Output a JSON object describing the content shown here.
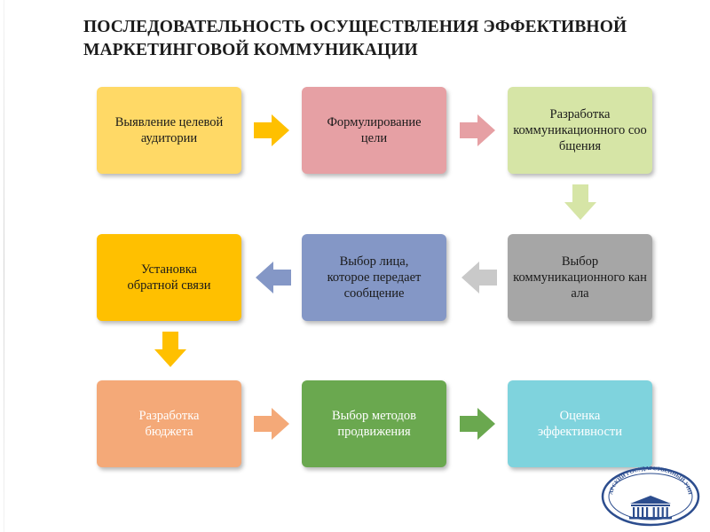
{
  "title": {
    "line1": "ПОСЛЕДОВАТЕЛЬНОСТЬ ОСУЩЕСТВЛЕНИЯ ЭФФЕКТИВНОЙ",
    "line2": "МАРКЕТИНГОВОЙ КОММУНИКАЦИИ"
  },
  "steps": [
    {
      "label": "Выявление целевой\nаудитории",
      "color": "#ffd966"
    },
    {
      "label": "Формулирование\nцели",
      "color": "#e6a0a4"
    },
    {
      "label": "Разработка\nкоммуникационного сообщения",
      "color": "#d6e5a6"
    },
    {
      "label": "Выбор\nкоммуникационного канала",
      "color": "#a6a6a6"
    },
    {
      "label": "Выбор лица,\nкоторое передает\nсообщение",
      "color": "#8497c6"
    },
    {
      "label": "Установка\nобратной связи",
      "color": "#ffc000"
    },
    {
      "label": "Разработка\nбюджета",
      "color": "#f4a978"
    },
    {
      "label": "Выбор методов\nпродвижения",
      "color": "#6aa84f"
    },
    {
      "label": "Оценка\nэффективности",
      "color": "#7fd3dd"
    }
  ],
  "arrows": [
    {
      "color": "#ffc000"
    },
    {
      "color": "#e6a0a4"
    },
    {
      "color": "#d6e5a6"
    },
    {
      "color": "#c9c9c9"
    },
    {
      "color": "#8497c6"
    },
    {
      "color": "#ffc000"
    },
    {
      "color": "#f4a978"
    },
    {
      "color": "#6aa84f"
    }
  ],
  "logo": {
    "text": "СЫКТЫВКАРСКИЙ ГОСУДАРСТВЕННЫЙ УНИВЕРСИТЕТ",
    "color": "#2c4d8e"
  }
}
